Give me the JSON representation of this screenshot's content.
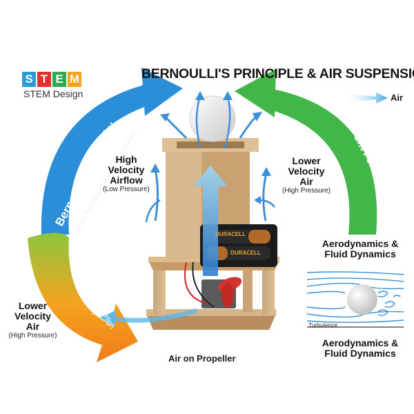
{
  "brand": {
    "letters": [
      "S",
      "T",
      "E",
      "M"
    ],
    "letter_colors": [
      "#2a9bd7",
      "#e0312c",
      "#2fa84f",
      "#f2a21b"
    ],
    "subtitle": "STEM Design"
  },
  "title": "BERNOULLI'S PRINCIPLE & AIR SUSPENSION",
  "legend": {
    "label": "Air",
    "color": "#3fa9e0"
  },
  "left_arc": {
    "heading": "Bernoulli's Principle:",
    "subheading": "Faster fluid flow means lower pressure.",
    "color": "#2a8fd8"
  },
  "right_arc": {
    "label": "Lift Force",
    "color": "#43b649"
  },
  "lower_arc": {
    "label": "Lift Force",
    "sublabel": "Lower Velocit Air (High Pressure)",
    "color_green": "#5cb84a",
    "color_orange": "#f08a1c"
  },
  "labels": {
    "high_velocity": {
      "line1": "High",
      "line2": "Velocity",
      "line3": "Airflow",
      "note": "(Low Pressure)"
    },
    "lower_velocity_top": {
      "line1": "Lower",
      "line2": "Velocity",
      "line3": "Air",
      "note": "(High Pressure)"
    },
    "lower_velocity_bottom": {
      "line1": "Lower",
      "line2": "Velocity",
      "line3": "Air",
      "note": "(High Pressure)"
    },
    "propeller": "Air on Propeller",
    "aero_top": {
      "line1": "Aerodynamics &",
      "line2": "Fluid Dynamics"
    },
    "aero_bottom": {
      "line1": "Aerodynamics &",
      "line2": "Fluid Dynamics"
    },
    "turbulence": "Turbulence"
  },
  "battery": {
    "brand1": "DURACELL",
    "brand2": "DURACELL"
  }
}
